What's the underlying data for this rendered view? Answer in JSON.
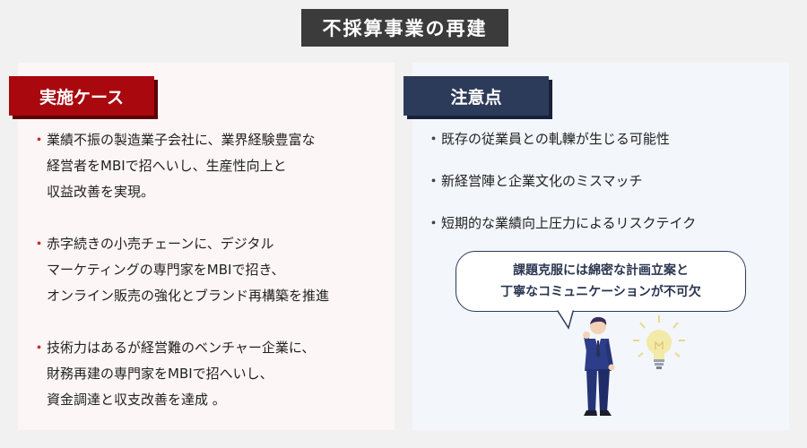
{
  "title": "不採算事業の再建",
  "cases_section": {
    "label": "実施ケース",
    "items": [
      {
        "bullet": "・",
        "lines": [
          "業績不振の製造業子会社に、業界経験豊富な",
          "経営者をMBIで招へいし、生産性向上と",
          "収益改善を実現。"
        ]
      },
      {
        "bullet": "・",
        "lines": [
          "赤字続きの小売チェーンに、デジタル",
          "マーケティングの専門家をMBIで招き、",
          "オンライン販売の強化とブランド再構築を推進"
        ]
      },
      {
        "bullet": "・",
        "lines": [
          "技術力はあるが経営難のベンチャー企業に、",
          "財務再建の専門家をMBIで招へいし、",
          "資金調達と収支改善を達成 。"
        ]
      }
    ]
  },
  "notes_section": {
    "label": "注意点",
    "items": [
      {
        "bullet": "・",
        "text": "既存の従業員との軋轢が生じる可能性"
      },
      {
        "bullet": "・",
        "text": "新経営陣と企業文化のミスマッチ"
      },
      {
        "bullet": "・",
        "text": "短期的な業績向上圧力によるリスクテイク"
      }
    ]
  },
  "bubble": {
    "lines": [
      "課題克服には綿密な計画立案と",
      "丁寧なコミュニケーションが不可欠"
    ]
  },
  "colors": {
    "title_bg": "#3b3b3b",
    "cases_accent": "#a8080e",
    "notes_accent": "#2c3b59",
    "bulb": "#f3e9a8"
  },
  "icons": {
    "figure": "businessman-thinking-icon",
    "idea": "lightbulb-icon"
  }
}
